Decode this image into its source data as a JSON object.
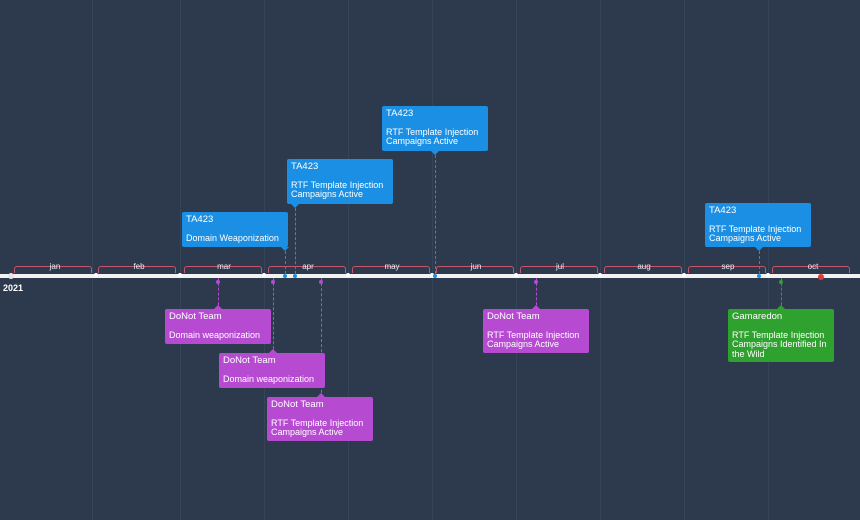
{
  "year_label": "2021",
  "months": [
    "jan",
    "feb",
    "mar",
    "apr",
    "may",
    "jun",
    "jul",
    "aug",
    "sep",
    "oct"
  ],
  "events_above": [
    {
      "title": "TA423",
      "desc": "Domain Weaponization"
    },
    {
      "title": "TA423",
      "desc": "RTF Template Injection Campaigns Active"
    },
    {
      "title": "TA423",
      "desc": "RTF Template Injection Campaigns Active"
    },
    {
      "title": "TA423",
      "desc": "RTF Template Injection Campaigns Active"
    }
  ],
  "events_below": [
    {
      "title": "DoNot Team",
      "desc": "Domain weaponization"
    },
    {
      "title": "DoNot Team",
      "desc": "Domain weaponization"
    },
    {
      "title": "DoNot Team",
      "desc": "RTF Template Injection Campaigns Active"
    },
    {
      "title": "DoNot Team",
      "desc": "RTF Template Injection Campaigns Active"
    },
    {
      "title": "Gamaredon",
      "desc": "RTF Template Injection Campaigns Identified In the Wild"
    }
  ],
  "colors": {
    "background": "#2d3a4e",
    "ta423": "#1a8fe3",
    "donot_team": "#b64bd2",
    "gamaredon": "#2fa12f",
    "axis": "#f2f2f2",
    "month_bracket": "#c8566a",
    "today_marker": "#e53935"
  }
}
